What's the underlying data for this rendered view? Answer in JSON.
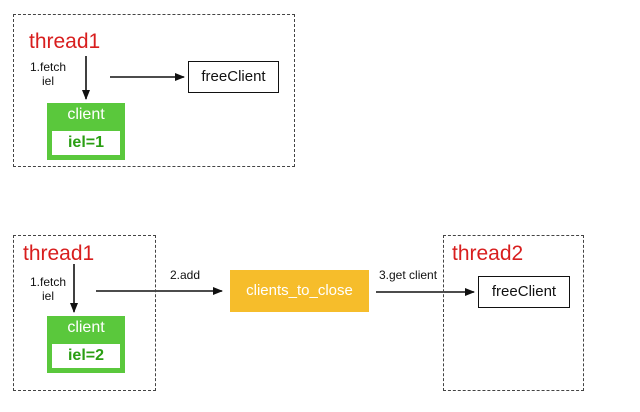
{
  "top": {
    "thread_label": "thread1",
    "fetch_label": [
      "1.fetch",
      "iel"
    ],
    "client": {
      "title": "client",
      "iel": "iel=1"
    },
    "free_client": "freeClient"
  },
  "bottom": {
    "thread1_label": "thread1",
    "fetch_label": [
      "1.fetch",
      "iel"
    ],
    "client": {
      "title": "client",
      "iel": "iel=2"
    },
    "add_label": "2.add",
    "clients_to_close": "clients_to_close",
    "get_label": "3.get client",
    "thread2_label": "thread2",
    "free_client": "freeClient"
  },
  "colors": {
    "thread_label": "#d81e1e",
    "client_green": "#5ac83c",
    "iel_text": "#2a9e12",
    "queue_orange": "#f6bd2b"
  }
}
